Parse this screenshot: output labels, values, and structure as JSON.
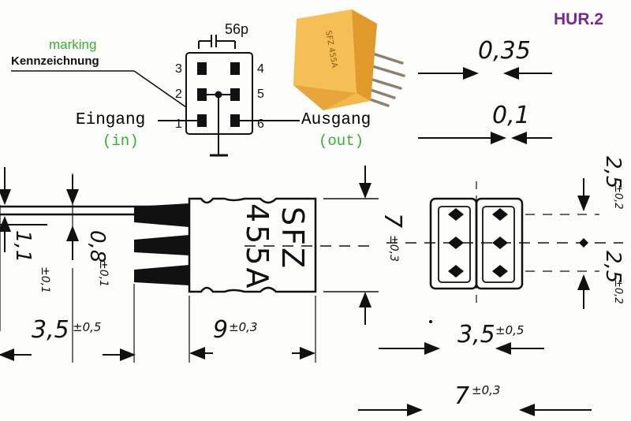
{
  "figure_id": "HUR.2",
  "schematic": {
    "capacitor": "56p",
    "pins": [
      "1",
      "2",
      "3",
      "4",
      "5",
      "6"
    ],
    "marking_en": "marking",
    "marking_de": "Kennzeichnung",
    "input_de": "Eingang",
    "input_en": "(in)",
    "output_de": "Ausgang",
    "output_en": "(out)"
  },
  "photo": {
    "marking_text": "SFZ 455A"
  },
  "side_view": {
    "body_line1": "SFZ",
    "body_line2": "455A",
    "dim_pin_thickness": "1,1",
    "dim_pin_thickness_tol": "±0,1",
    "dim_pin_width": "0,8",
    "dim_pin_width_tol": "±0,1",
    "dim_height": "7",
    "dim_height_tol": "±0,3",
    "dim_pin_length": "3,5",
    "dim_pin_length_tol": "±0,5",
    "dim_body_length": "9",
    "dim_body_length_tol": "±0,3"
  },
  "end_view": {
    "dim_top": "0,35",
    "dim_mid": "0,1",
    "dim_pitch_top": "2,5",
    "dim_pitch_top_tol": "±0,2",
    "dim_pitch_bottom": "2,5",
    "dim_pitch_bottom_tol": "±0,2",
    "dim_row": "3,5",
    "dim_row_tol": "±0,5",
    "dim_width": "7",
    "dim_width_tol": "±0,3"
  },
  "colors": {
    "ink": "#111111",
    "label_green": "#33b033",
    "label_purple": "#7a2a8a",
    "component_orange": "#f2b84a",
    "component_orange_dark": "#d08a1e",
    "pin_metal": "#9a8a78"
  }
}
